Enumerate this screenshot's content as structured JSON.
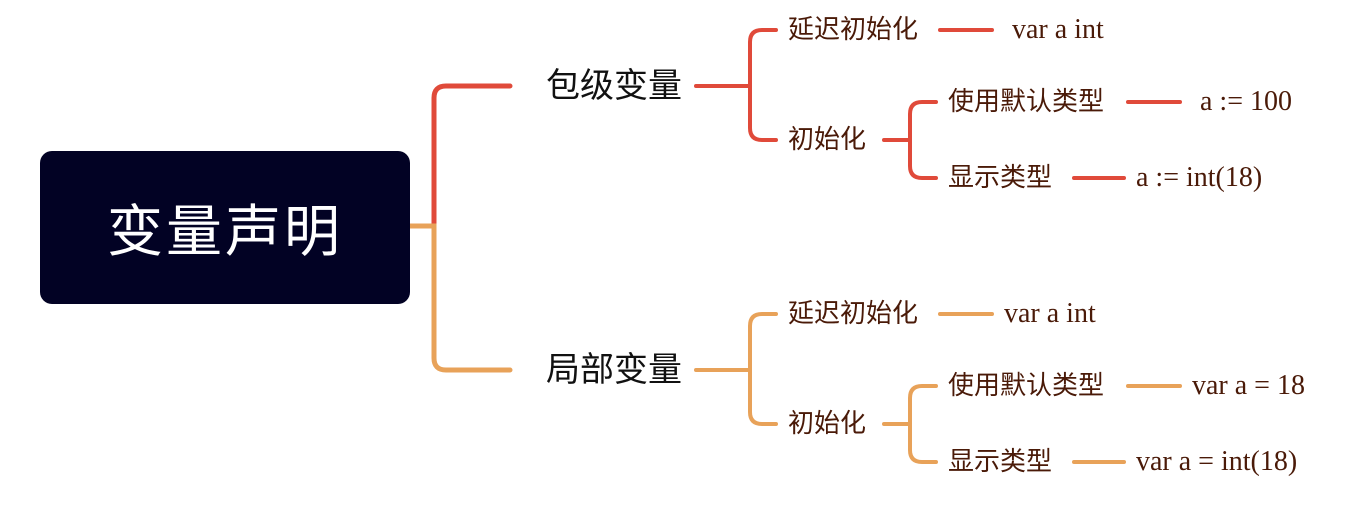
{
  "root": {
    "label": "变量声明"
  },
  "colors": {
    "package": "#e04a3a",
    "local": "#e8a259",
    "root_bg": "#020224"
  },
  "branches": [
    {
      "label": "包级变量",
      "deferred": {
        "label": "延迟初始化",
        "code": "var a int"
      },
      "init": {
        "label": "初始化",
        "default_type": {
          "label": "使用默认类型",
          "code": "a := 100"
        },
        "explicit_type": {
          "label": "显示类型",
          "code": "a := int(18)"
        }
      }
    },
    {
      "label": "局部变量",
      "deferred": {
        "label": "延迟初始化",
        "code": "var a int"
      },
      "init": {
        "label": "初始化",
        "default_type": {
          "label": "使用默认类型",
          "code": "var a = 18"
        },
        "explicit_type": {
          "label": "显示类型",
          "code": "var a = int(18)"
        }
      }
    }
  ]
}
